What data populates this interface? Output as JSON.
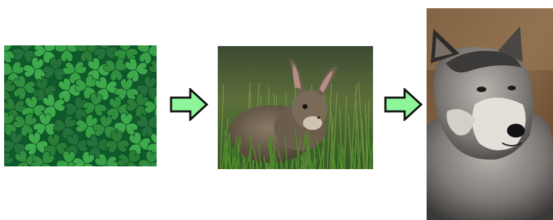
{
  "diagram": {
    "panels": [
      {
        "id": "clover",
        "subject": "clover leaves"
      },
      {
        "id": "rabbit",
        "subject": "rabbit"
      },
      {
        "id": "wolf",
        "subject": "wolf"
      }
    ],
    "arrow_color": "#8ff59a",
    "arrow_outline": "#111111"
  }
}
